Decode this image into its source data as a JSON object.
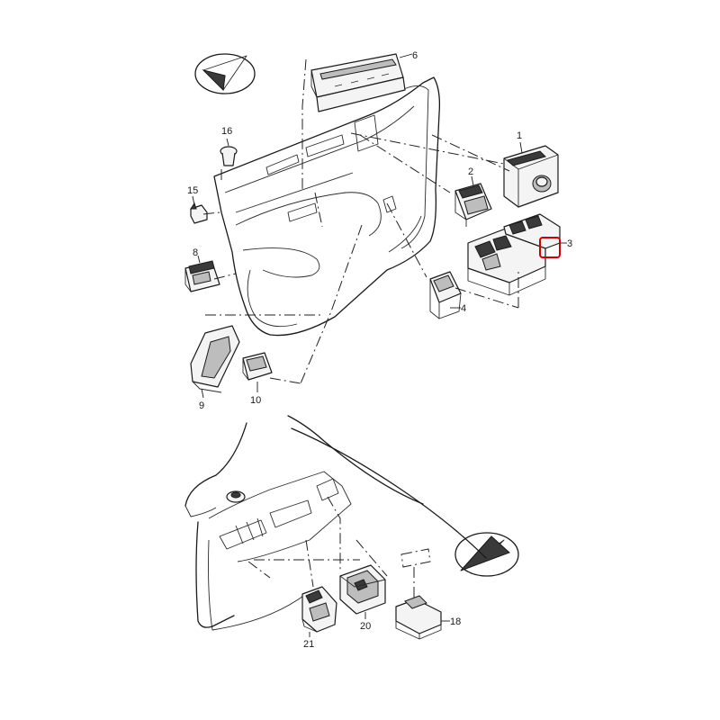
{
  "callouts": {
    "c1": "1",
    "c2": "2",
    "c3": "3",
    "c4": "4",
    "c6": "6",
    "c8": "8",
    "c9": "9",
    "c10": "10",
    "c15": "15",
    "c16": "16",
    "c18": "18",
    "c20": "20",
    "c21": "21"
  },
  "highlight_color": "#d40000",
  "icons": [
    "front-door-orientation-icon",
    "rear-door-orientation-icon"
  ]
}
